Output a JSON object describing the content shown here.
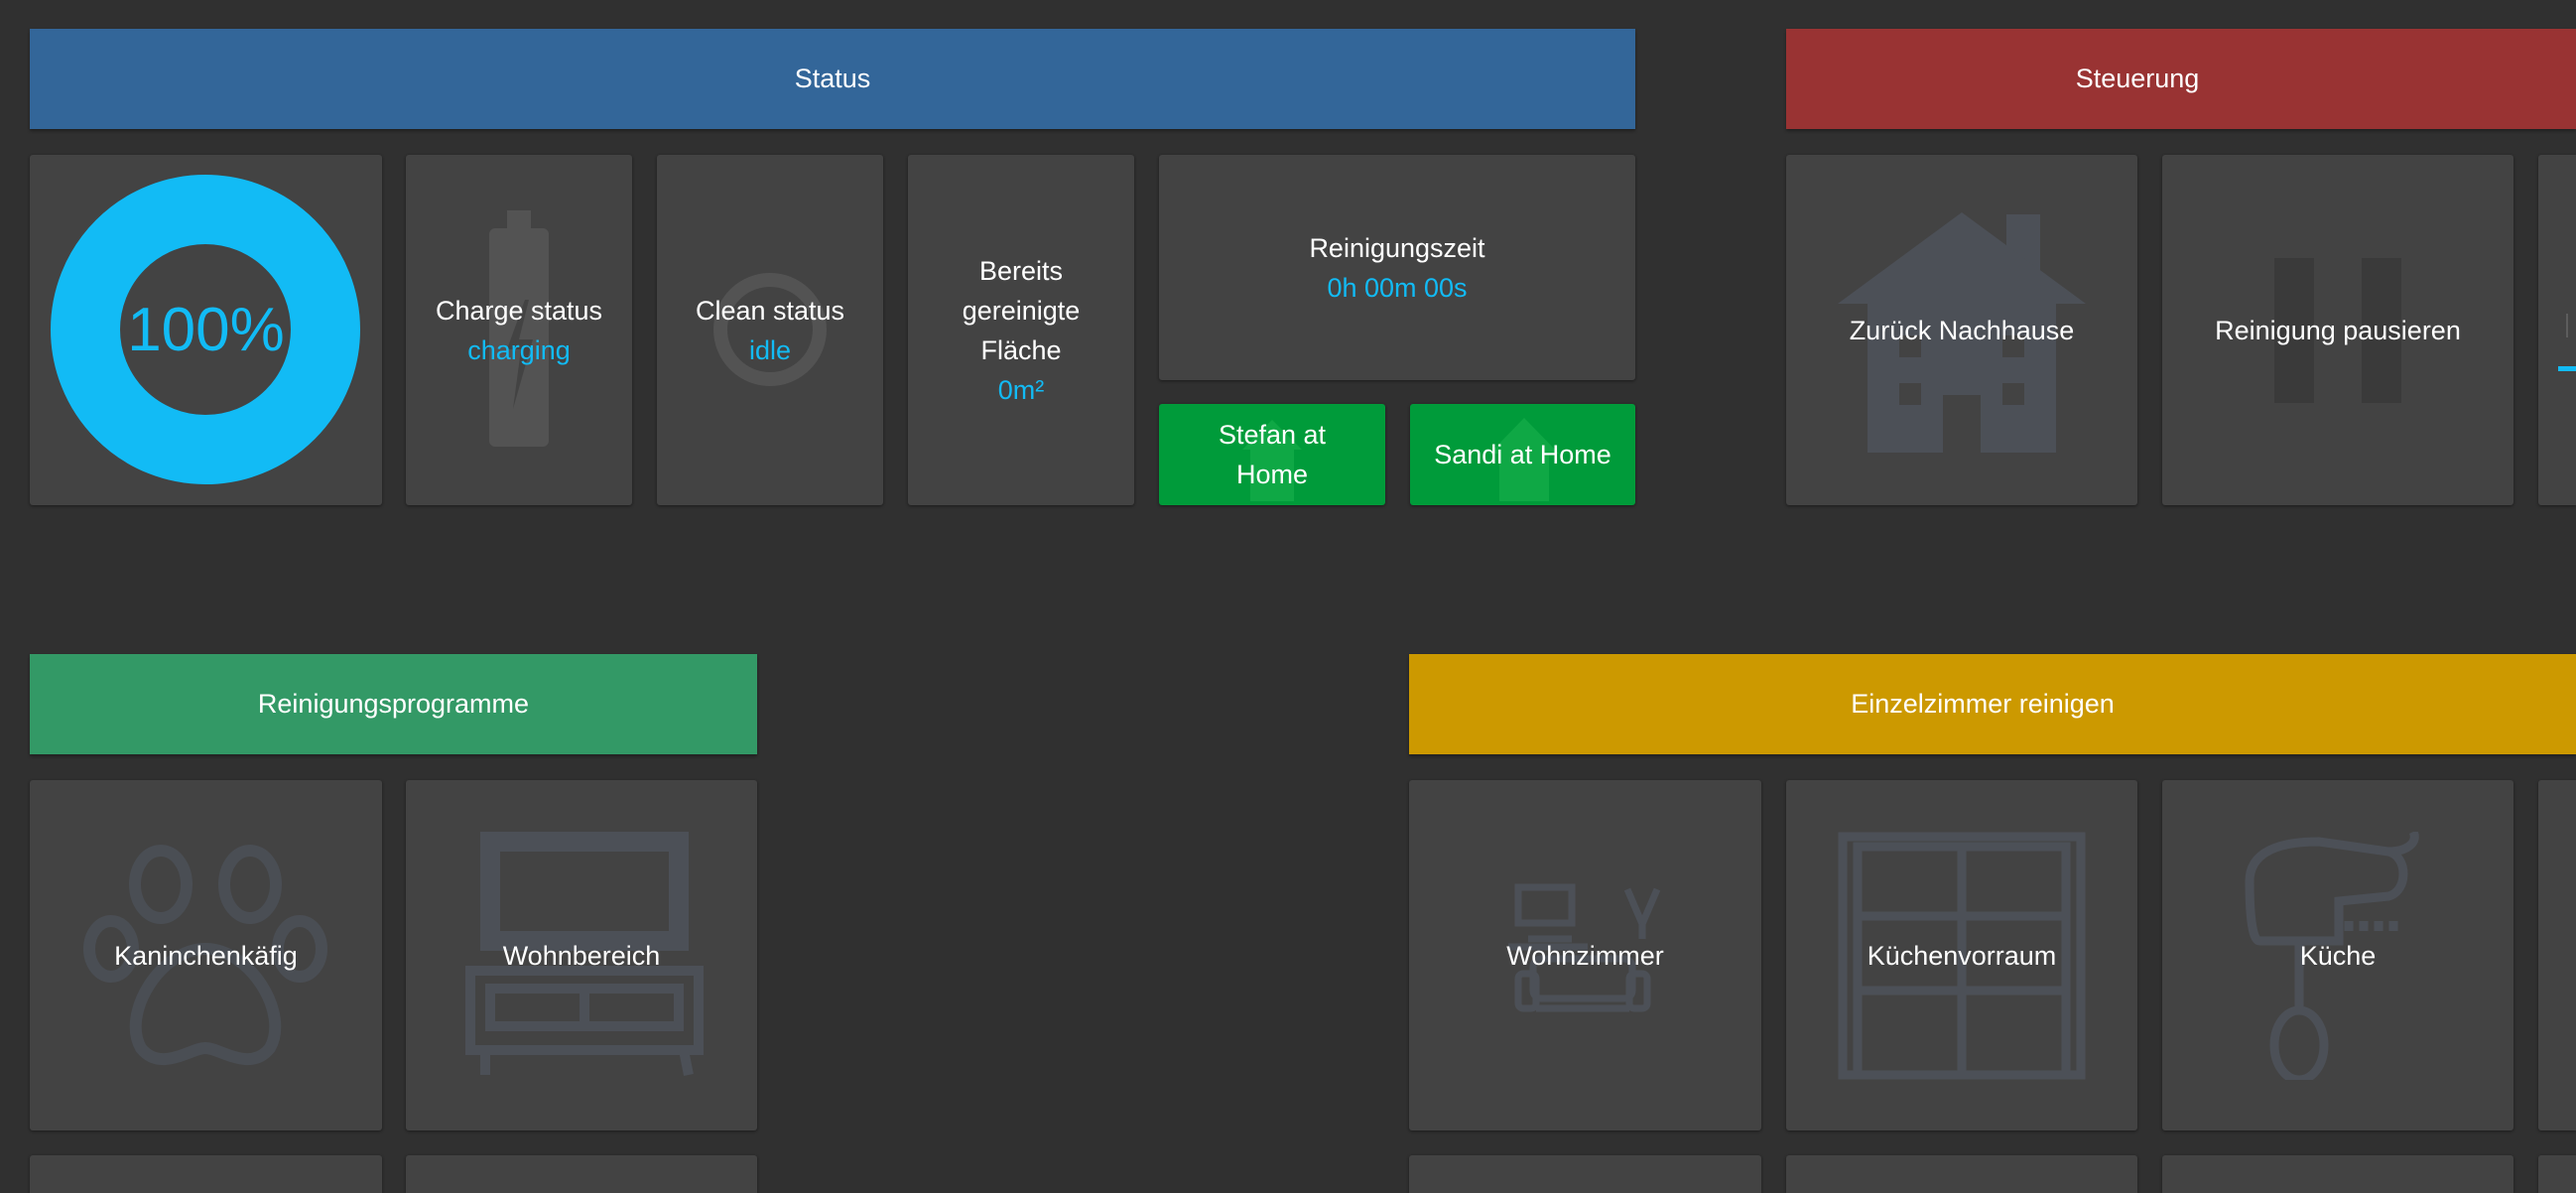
{
  "colors": {
    "status_header": "#336699",
    "control_header": "#993333",
    "programs_header": "#339966",
    "rooms_header": "#cc9900",
    "tile_bg": "#434343",
    "accent": "#12bbf5",
    "presence_green": "#009b3a"
  },
  "status": {
    "header": "Status",
    "battery_gauge": {
      "value": 100,
      "text": "100%"
    },
    "charge": {
      "label": "Charge status",
      "value": "charging",
      "icon": "battery-charging-icon"
    },
    "clean": {
      "label": "Clean status",
      "value": "idle",
      "icon": "circle-idle-icon"
    },
    "area": {
      "label": "Bereits gereinigte Fläche",
      "value": "0m²"
    },
    "time": {
      "label": "Reinigungszeit",
      "value": "0h 00m 00s"
    },
    "presence": [
      {
        "label": "Stefan at Home",
        "icon": "home-icon"
      },
      {
        "label": "Sandi at Home",
        "icon": "home-icon"
      }
    ]
  },
  "control": {
    "header": "Steuerung",
    "buttons": [
      {
        "label": "Zurück Nachhause",
        "icon": "house-icon"
      },
      {
        "label": "Reinigung pausieren",
        "icon": "pause-icon"
      }
    ]
  },
  "programs": {
    "header": "Reinigungsprogramme",
    "items": [
      {
        "label": "Kaninchenkäfig",
        "icon": "paw-icon"
      },
      {
        "label": "Wohnbereich",
        "icon": "tv-stand-icon"
      }
    ]
  },
  "rooms": {
    "header": "Einzelzimmer reinigen",
    "items": [
      {
        "label": "Wohnzimmer",
        "icon": "sofa-tv-icon"
      },
      {
        "label": "Küchenvorraum",
        "icon": "shelf-icon"
      },
      {
        "label": "Küche",
        "icon": "mixer-icon"
      }
    ]
  }
}
